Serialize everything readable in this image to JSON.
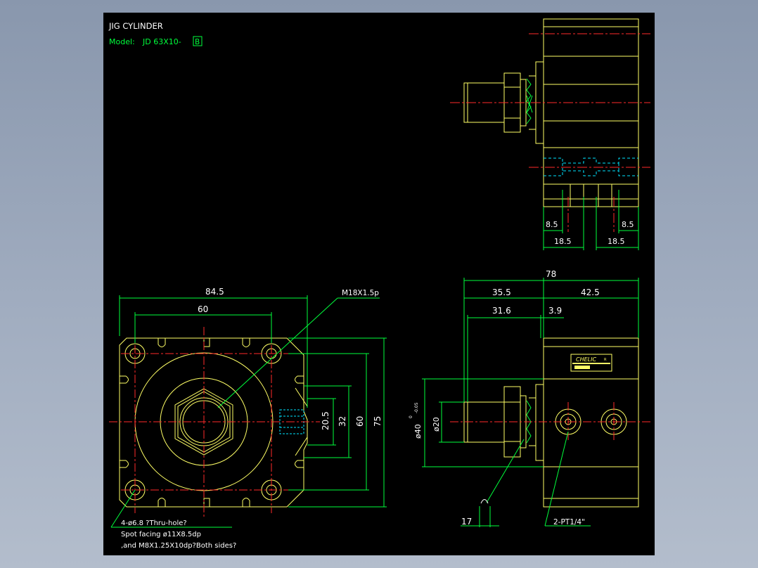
{
  "title_block": {
    "title": "JIG CYLINDER",
    "model_label": "Model:",
    "model_value": "JD 63X10-",
    "model_suffix": "B"
  },
  "dimensions": {
    "top_left_85": "8.5",
    "top_right_85": "8.5",
    "top_left_185": "18.5",
    "top_right_185": "18.5",
    "overall_78": "78",
    "d_355": "35.5",
    "d_425": "42.5",
    "d_316": "31.6",
    "d_39": "3.9",
    "d_845": "84.5",
    "d_60_top": "60",
    "d_205": "20.5",
    "d_32": "32",
    "d_60_side": "60",
    "d_75": "75",
    "d_17": "17",
    "dia_40": "ø40",
    "dia_40_tol_upper": "0",
    "dia_40_tol_lower": "-0.05",
    "dia_20": "ø20"
  },
  "callouts": {
    "thread": "M18X1.5p",
    "port": "2-PT1/4\"",
    "holes_line1": "4-ø6.8 ?Thru-hole?",
    "holes_line2": "Spot facing  ø11X8.5dp",
    "holes_line3": ",and M8X1.25X10dp?Both sides?"
  },
  "label_plate": {
    "brand": "CHELIC",
    "brand_r": "R"
  },
  "colors": {
    "sheet": "#000000",
    "outline": "#ffff66",
    "dimension": "#00ff3c",
    "center_line": "#ff2a2a",
    "hidden_line": "#00e5ff",
    "text": "#ffffff"
  }
}
